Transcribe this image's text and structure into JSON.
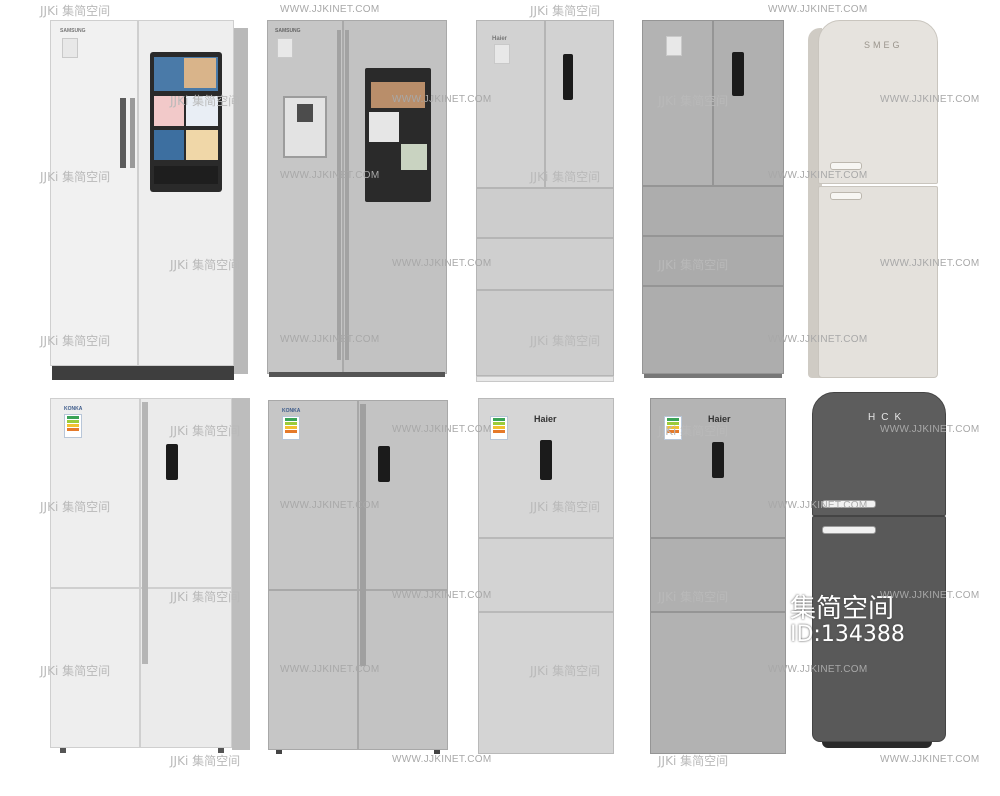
{
  "watermark": {
    "logo_text": "JJKi",
    "cn_text": "集简空间",
    "url_text": "WWW.JJKINET.COM"
  },
  "id_stamp": {
    "title": "集简空间",
    "id": "ID:134388"
  },
  "brands": {
    "samsung": "SAMSUNG",
    "haier": "Haier",
    "smeg": "SMEG",
    "hck": "HCK",
    "konka": "KONKA"
  },
  "colors": {
    "white_fridge": "#eeeeee",
    "silver_fridge": "#c2c2c2",
    "grey_fridge": "#a9a9a9",
    "cream_smeg": "#e6e3de",
    "dark_hck": "#585858",
    "screen_dark": "#2a2a2a"
  }
}
